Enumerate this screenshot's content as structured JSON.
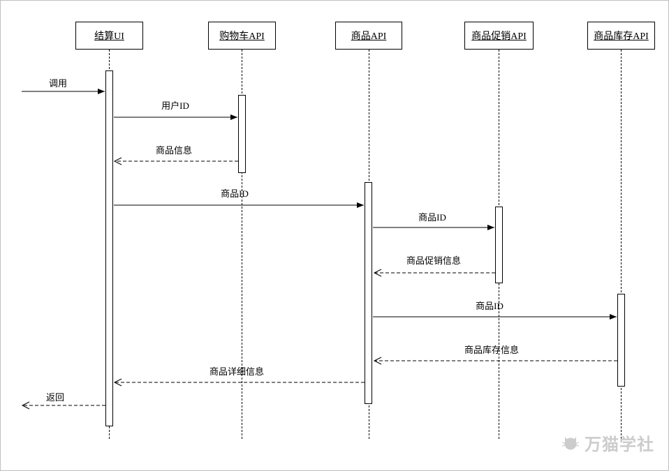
{
  "diagram": {
    "participants": [
      {
        "label": "结算UI"
      },
      {
        "label": "购物车API"
      },
      {
        "label": "商品API"
      },
      {
        "label": "商品促销API"
      },
      {
        "label": "商品库存API"
      }
    ],
    "messages": [
      {
        "label": "调用",
        "type": "sync"
      },
      {
        "label": "用户ID",
        "type": "sync"
      },
      {
        "label": "商品信息",
        "type": "return"
      },
      {
        "label": "商品ID",
        "type": "sync"
      },
      {
        "label": "商品ID",
        "type": "sync"
      },
      {
        "label": "商品促销信息",
        "type": "return"
      },
      {
        "label": "商品ID",
        "type": "sync"
      },
      {
        "label": "商品库存信息",
        "type": "return"
      },
      {
        "label": "商品详细信息",
        "type": "return"
      },
      {
        "label": "返回",
        "type": "return"
      }
    ],
    "watermark": {
      "text": "万猫学社"
    }
  }
}
